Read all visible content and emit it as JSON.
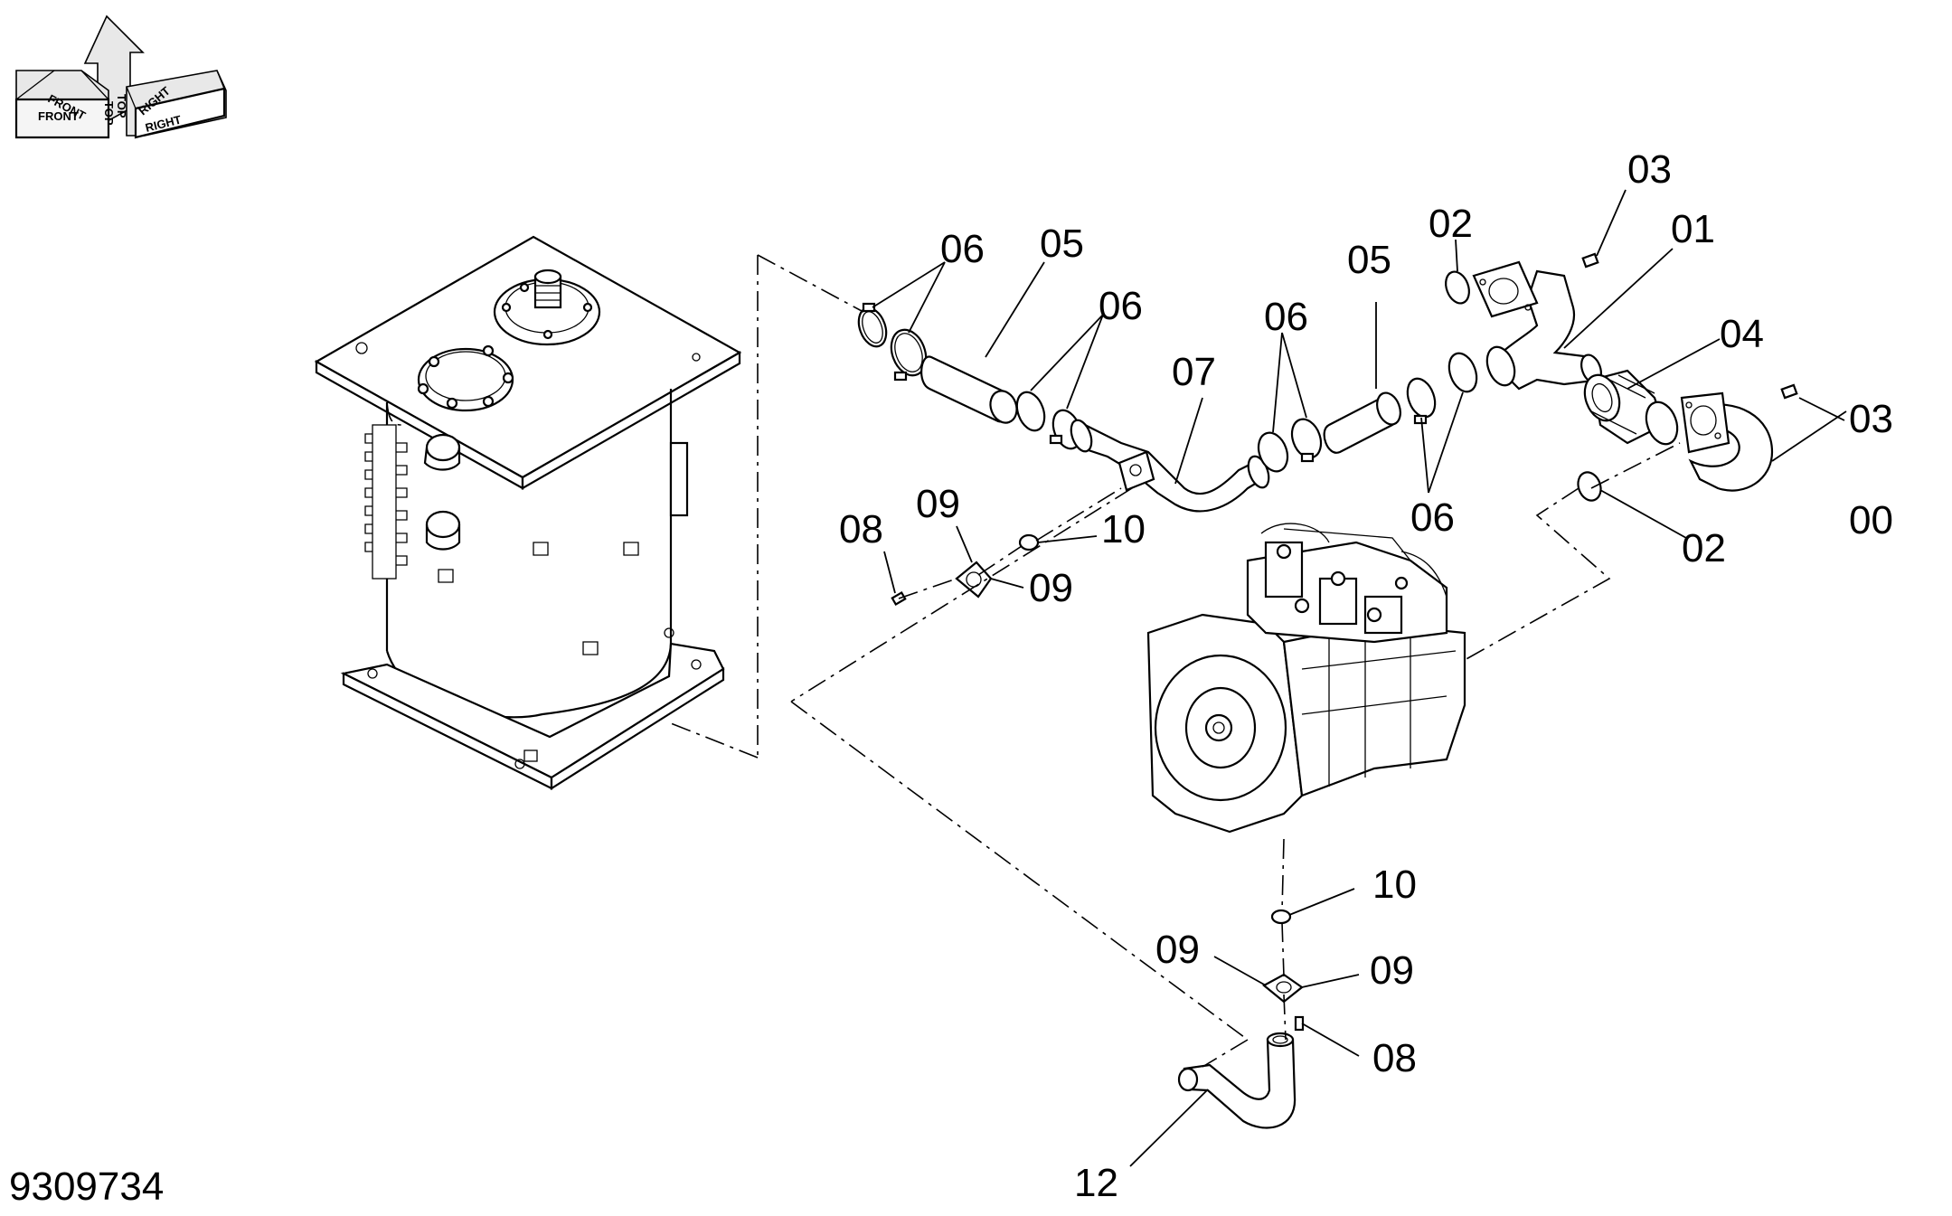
{
  "diagram": {
    "drawing_number": "9309734",
    "orientation_indicator": {
      "labels": [
        "TOP",
        "FRONT",
        "RIGHT",
        "FRONT",
        "TOP",
        "RIGHT"
      ]
    },
    "callouts": [
      {
        "id": "c1",
        "text": "06"
      },
      {
        "id": "c2",
        "text": "05"
      },
      {
        "id": "c3",
        "text": "06"
      },
      {
        "id": "c4",
        "text": "07"
      },
      {
        "id": "c5",
        "text": "06"
      },
      {
        "id": "c6",
        "text": "05"
      },
      {
        "id": "c7",
        "text": "02"
      },
      {
        "id": "c8",
        "text": "03"
      },
      {
        "id": "c9",
        "text": "01"
      },
      {
        "id": "c10",
        "text": "04"
      },
      {
        "id": "c11",
        "text": "03"
      },
      {
        "id": "c12",
        "text": "06"
      },
      {
        "id": "c13",
        "text": "00"
      },
      {
        "id": "c14",
        "text": "02"
      },
      {
        "id": "c15",
        "text": "08"
      },
      {
        "id": "c16",
        "text": "09"
      },
      {
        "id": "c17",
        "text": "10"
      },
      {
        "id": "c18",
        "text": "09"
      },
      {
        "id": "c19",
        "text": "10"
      },
      {
        "id": "c20",
        "text": "09"
      },
      {
        "id": "c21",
        "text": "09"
      },
      {
        "id": "c22",
        "text": "08"
      },
      {
        "id": "c23",
        "text": "12"
      }
    ]
  }
}
